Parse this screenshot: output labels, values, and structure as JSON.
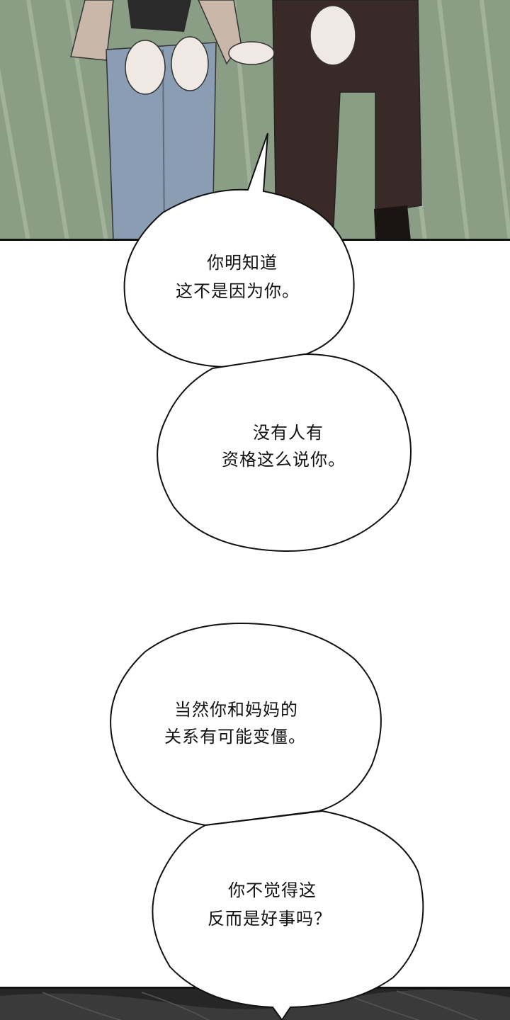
{
  "dialogue": [
    {
      "lines": [
        "你明知道",
        "这不是因为你。"
      ]
    },
    {
      "lines": [
        "没有人有",
        "资格这么说你。"
      ]
    },
    {
      "lines": [
        "当然你和妈妈的",
        "关系有可能变僵。"
      ]
    },
    {
      "lines": [
        "你不觉得这",
        "反而是好事吗？"
      ]
    }
  ],
  "colors": {
    "floor": "#8a9e86",
    "floor_stripe": "#b6c3ab",
    "left_pants": "#8a9db2",
    "right_pants": "#3a2a27",
    "jacket": "#c9b7aa",
    "skin": "#efe8e3",
    "border": "#111111"
  }
}
